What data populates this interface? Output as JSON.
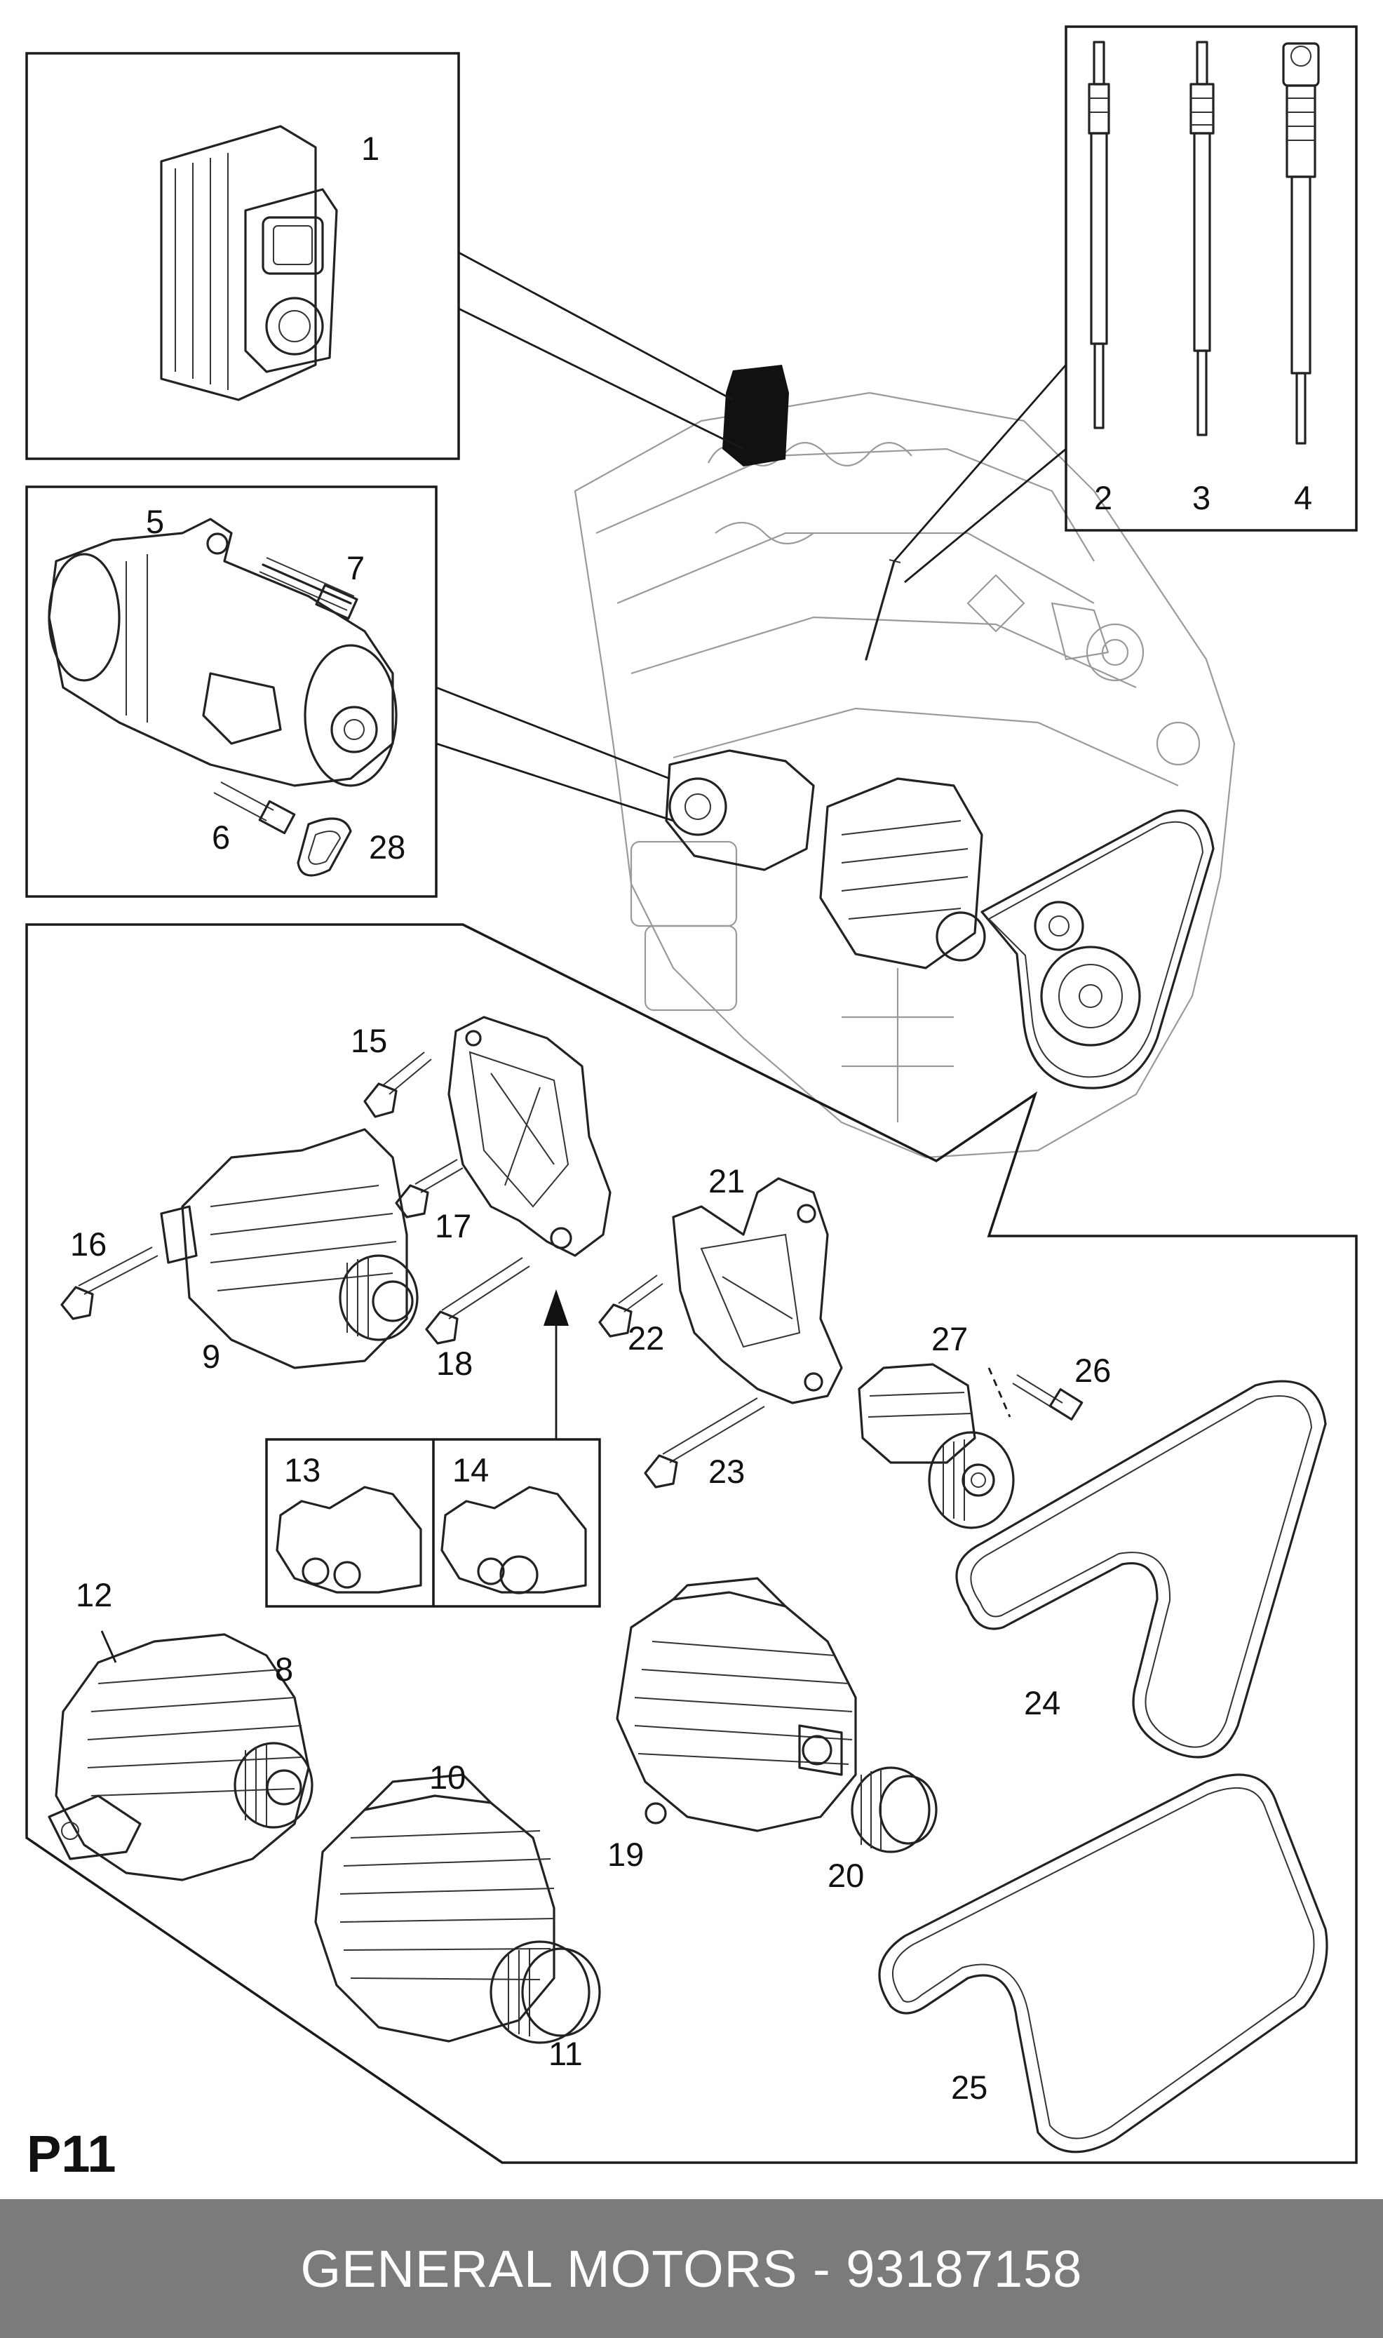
{
  "sheet_label": "P11",
  "footer": {
    "caption": "GENERAL MOTORS - 93187158"
  },
  "callouts": {
    "c1": "1",
    "c2": "2",
    "c3": "3",
    "c4": "4",
    "c5": "5",
    "c6": "6",
    "c7": "7",
    "c8": "8",
    "c9": "9",
    "c10": "10",
    "c11": "11",
    "c12": "12",
    "c13": "13",
    "c14": "14",
    "c15": "15",
    "c16": "16",
    "c17": "17",
    "c18": "18",
    "c19": "19",
    "c20": "20",
    "c21": "21",
    "c22": "22",
    "c23": "23",
    "c24": "24",
    "c25": "25",
    "c26": "26",
    "c27": "27",
    "c28": "28"
  },
  "colors": {
    "line": "#222222",
    "ghost_engine": "#9a9a9a",
    "footer_bg": "#7b7b7b",
    "footer_text": "#ffffff",
    "highlight_part": "#111111"
  }
}
